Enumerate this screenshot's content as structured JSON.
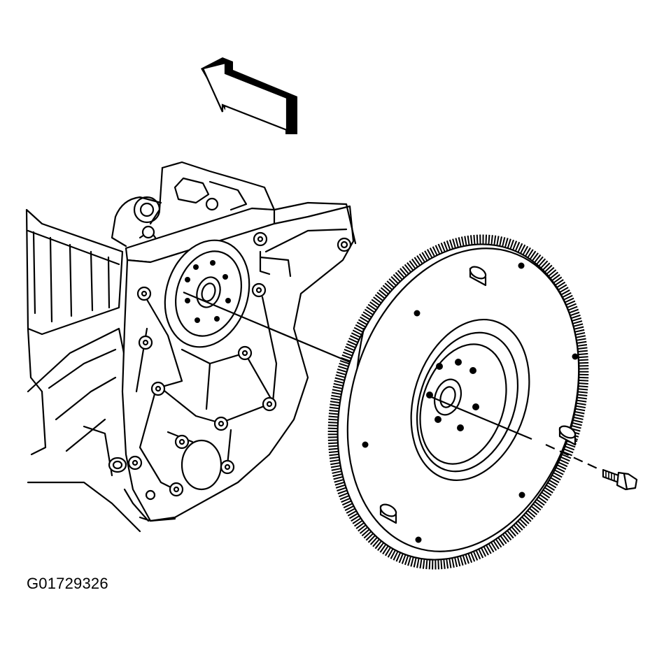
{
  "figure": {
    "id_label": "G01729326"
  },
  "parts": [
    {
      "name": "direction-arrow",
      "label": ""
    },
    {
      "name": "engine-block",
      "label": ""
    },
    {
      "name": "crankshaft-rear-flange",
      "label": ""
    },
    {
      "name": "flywheel",
      "label": ""
    },
    {
      "name": "flywheel-bolt",
      "label": ""
    }
  ],
  "colors": {
    "ink": "#000000",
    "paper": "#ffffff"
  }
}
